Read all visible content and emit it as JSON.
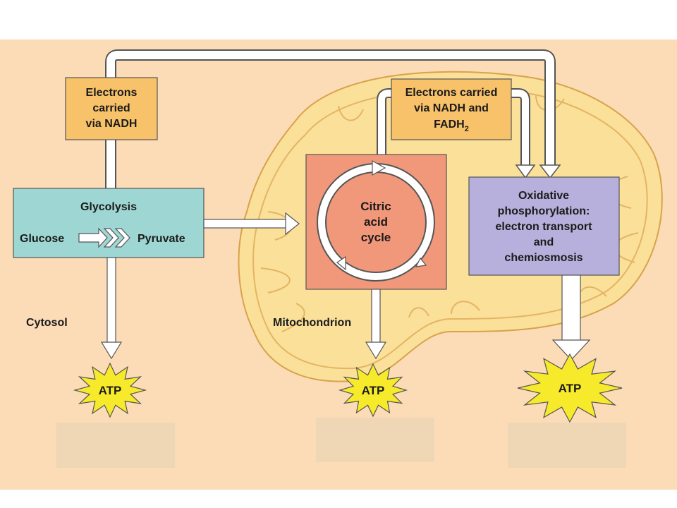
{
  "colors": {
    "background": "#fbdcb7",
    "mitochondrion_fill": "#fbe09a",
    "mitochondrion_outline": "#d9a24a",
    "electron_box": "#f8c26a",
    "glycolysis_box": "#9ed6d3",
    "citric_box": "#f2987a",
    "oxphos_box": "#b7b0dc",
    "atp_burst": "#f7ea2a",
    "answer_box": "#efd6b4"
  },
  "boxes": {
    "electrons_nadh": [
      "Electrons",
      "carried",
      "via NADH"
    ],
    "electrons_nadh_fadh2": {
      "line1": "Electrons carried",
      "line2": "via NADH and",
      "line3_base": "FADH",
      "line3_sub": "2"
    },
    "glycolysis": {
      "title": "Glycolysis",
      "input": "Glucose",
      "output": "Pyruvate"
    },
    "citric_acid_cycle": [
      "Citric",
      "acid",
      "cycle"
    ],
    "oxidative_phosphorylation": [
      "Oxidative",
      "phosphorylation:",
      "electron transport",
      "and",
      "chemiosmosis"
    ]
  },
  "regions": {
    "cytosol": "Cytosol",
    "mitochondrion": "Mitochondrion"
  },
  "atp": [
    "ATP",
    "ATP",
    "ATP"
  ]
}
